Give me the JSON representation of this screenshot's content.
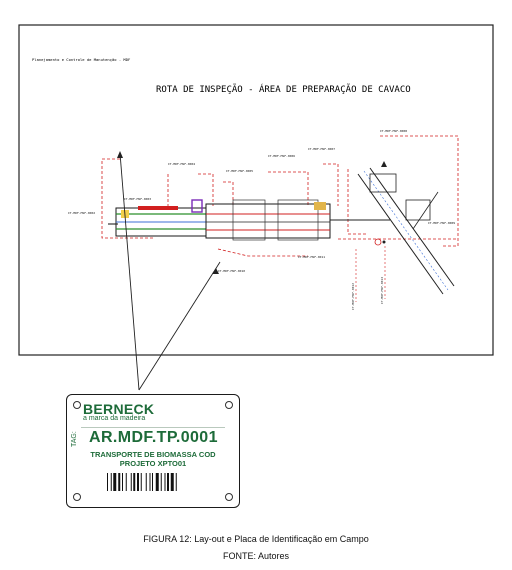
{
  "drawing": {
    "header_text": "Planejamento e Controle de Manutenção - MDF",
    "title": "ROTA DE INSPEÇÃO - ÁREA DE PREPARAÇÃO DE CAVACO",
    "tags": [
      "IT-MDF-MSF-0002",
      "IT-MDF-MSF-0003",
      "IT-MDF-MSF-0004",
      "IT-MDF-MSF-0005",
      "IT-MDF-MSF-0006",
      "IT-MDF-MSF-0007",
      "IT-MDF-MSF-0008",
      "IT-MDF-MSF-0009",
      "IT-MDF-MSF-0010",
      "IT-MDF-MSF-0011",
      "IT-MDF-MSF-0012",
      "IT-MDF-MSF-0013"
    ]
  },
  "plate": {
    "brand": "BERNECK",
    "tagline": "a marca da madeira",
    "tag_label": "TAG:",
    "tag_code": "AR.MDF.TP.0001",
    "line1": "TRANSPORTE DE BIOMASSA COD",
    "line2": "PROJETO XPTO01"
  },
  "caption": {
    "figure": "FIGURA 12: Lay-out e Placa de Identificação em Campo",
    "source": "FONTE: Autores"
  },
  "colors": {
    "plate_green": "#1d6b39",
    "route_red": "#d21f1f",
    "frame": "#222222"
  }
}
